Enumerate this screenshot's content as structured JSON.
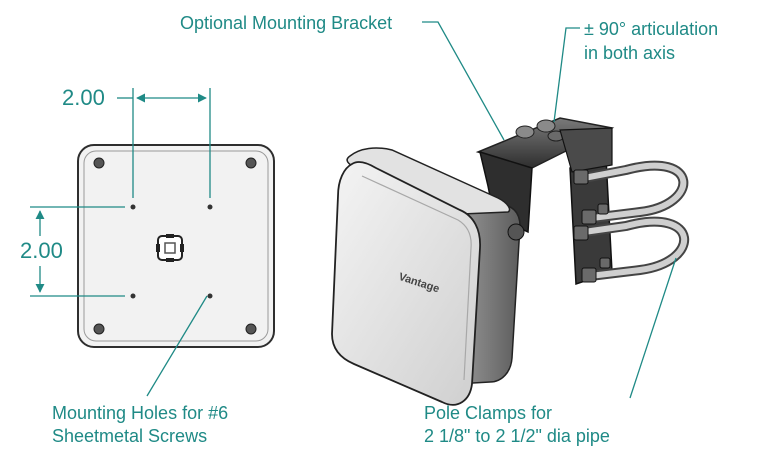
{
  "dimensions": {
    "horizontal": "2.00",
    "vertical": "2.00"
  },
  "labels": {
    "bracket": "Optional Mounting Bracket",
    "articulation_line1": "± 90° articulation",
    "articulation_line2": "in both axis",
    "holes_line1": "Mounting Holes for #6",
    "holes_line2": "Sheetmetal Screws",
    "clamps_line1": "Pole Clamps for",
    "clamps_line2": "2 1/8\" to 2 1/2\" dia pipe"
  },
  "device": {
    "logo_text": "Vantage"
  },
  "colors": {
    "annotation": "#1f8a86",
    "outline": "#333333"
  }
}
